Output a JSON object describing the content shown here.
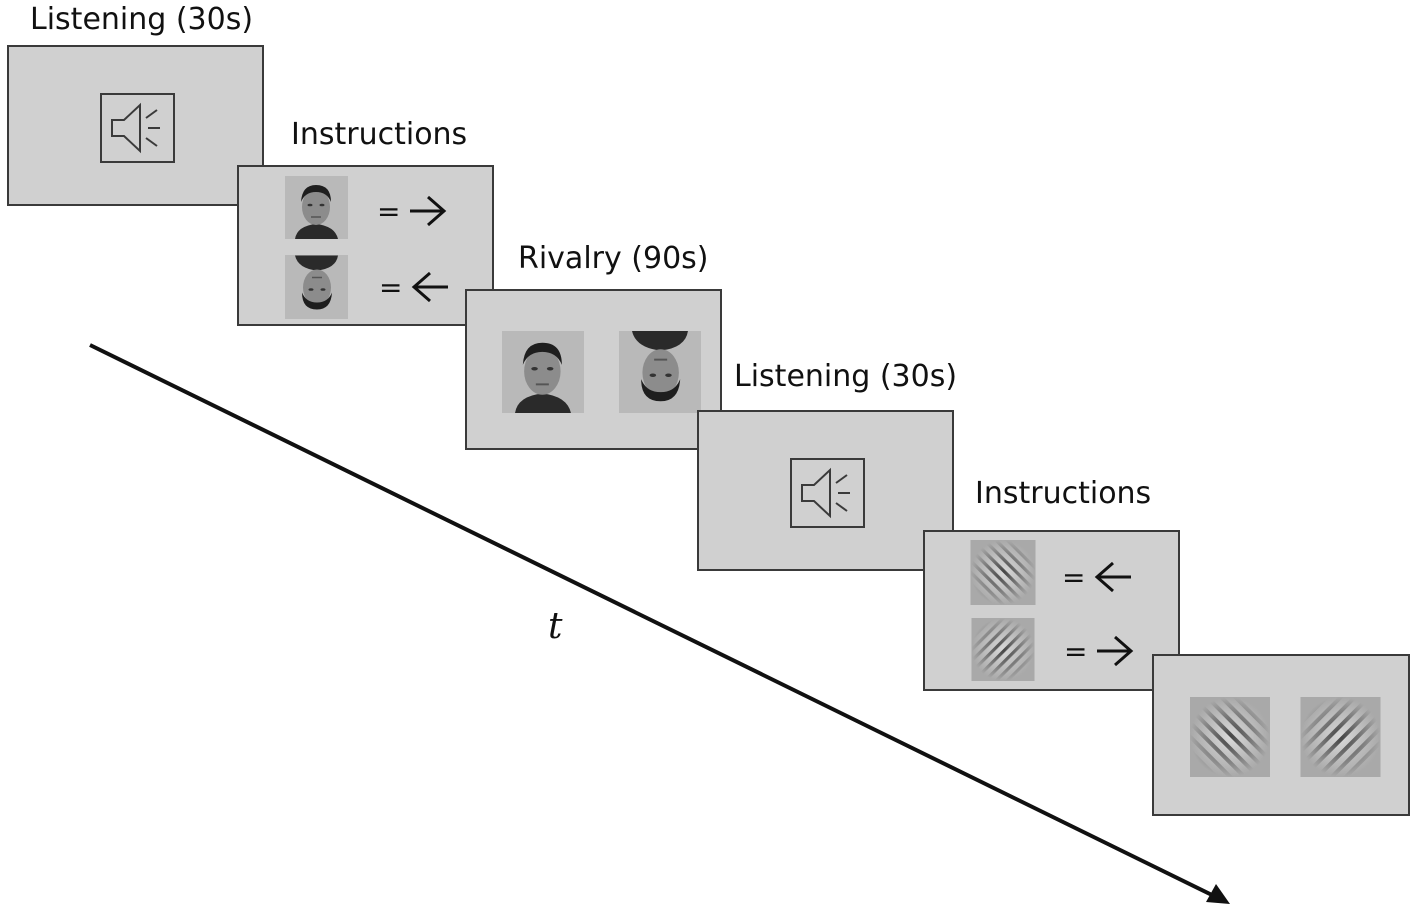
{
  "labels": {
    "listening_1": "Listening (30s)",
    "instructions_1": "Instructions",
    "rivalry_1": "Rivalry (90s)",
    "listening_2": "Listening (30s)",
    "instructions_2": "Instructions"
  },
  "instructions_faces": {
    "upright_equals": "=",
    "upright_arrow": "right-arrow-icon",
    "inverted_equals": "=",
    "inverted_arrow": "left-arrow-icon"
  },
  "instructions_gratings": {
    "left_tilt_equals": "=",
    "left_tilt_arrow": "left-arrow-icon",
    "right_tilt_equals": "=",
    "right_tilt_arrow": "right-arrow-icon"
  },
  "time_axis": {
    "label": "t"
  },
  "icons": {
    "speaker": "speaker-icon"
  },
  "colors": {
    "screen": "#d0d0d0",
    "border": "#3a3a3a",
    "ink": "#111111"
  }
}
